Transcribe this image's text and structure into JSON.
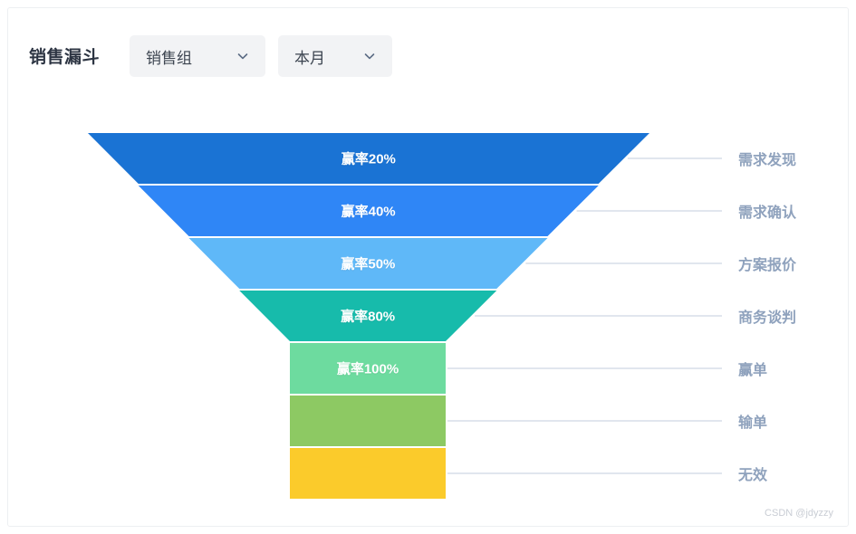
{
  "header": {
    "title": "销售漏斗",
    "filters": [
      {
        "id": "group",
        "value": "销售组",
        "icon": "chevron-down-icon"
      },
      {
        "id": "range",
        "value": "本月",
        "icon": "chevron-down-icon"
      }
    ]
  },
  "watermark": "CSDN @jdyzzy",
  "chart_data": {
    "type": "bar",
    "subtype": "funnel",
    "title": "销售漏斗",
    "xlabel": "",
    "ylabel": "",
    "orientation": "vertical-inverted",
    "legend": "right-side-labels",
    "grid": false,
    "categories": [
      "需求发现",
      "需求确认",
      "方案报价",
      "商务谈判",
      "赢单",
      "输单",
      "无效"
    ],
    "value_labels": [
      "赢率20%",
      "赢率40%",
      "赢率50%",
      "赢率80%",
      "赢率100%",
      "",
      ""
    ],
    "values": [
      20,
      40,
      50,
      80,
      100,
      null,
      null
    ],
    "colors": [
      "#1a73d4",
      "#2f86f6",
      "#5fb8f8",
      "#17bbab",
      "#6ddb9f",
      "#8dc963",
      "#fbcb2b"
    ],
    "stages": [
      {
        "name": "需求发现",
        "label": "赢率20%",
        "win_rate": 20,
        "color": "#1a73d4"
      },
      {
        "name": "需求确认",
        "label": "赢率40%",
        "win_rate": 40,
        "color": "#2f86f6"
      },
      {
        "name": "方案报价",
        "label": "赢率50%",
        "win_rate": 50,
        "color": "#5fb8f8"
      },
      {
        "name": "商务谈判",
        "label": "赢率80%",
        "win_rate": 80,
        "color": "#17bbab"
      },
      {
        "name": "赢单",
        "label": "赢率100%",
        "win_rate": 100,
        "color": "#6ddb9f"
      },
      {
        "name": "输单",
        "label": "",
        "win_rate": null,
        "color": "#8dc963"
      },
      {
        "name": "无效",
        "label": "",
        "win_rate": null,
        "color": "#fbcb2b"
      }
    ]
  }
}
